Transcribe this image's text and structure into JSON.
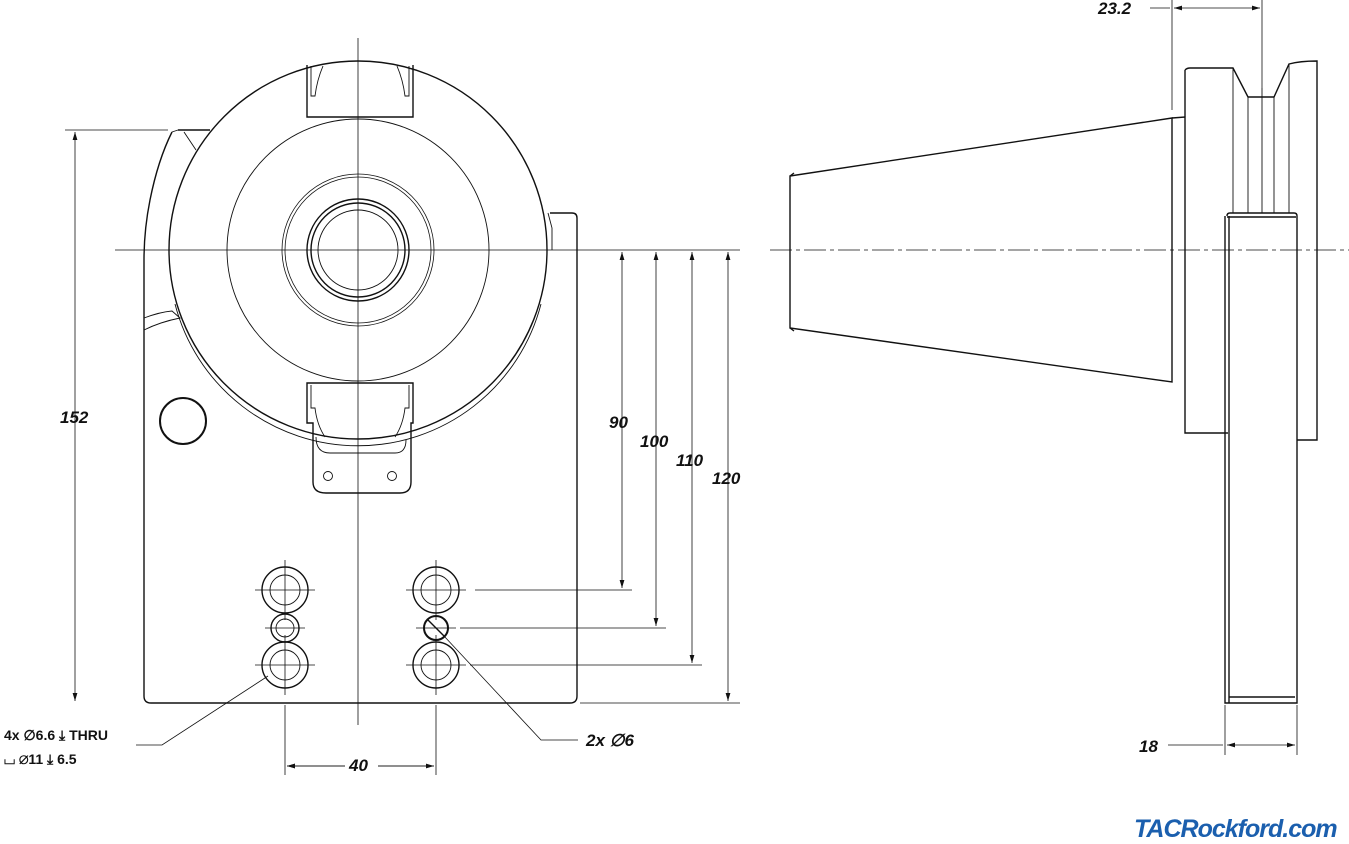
{
  "dimensions": {
    "overall_height": "152",
    "hole_row_1": "90",
    "hole_row_2": "100",
    "hole_row_3": "110",
    "base_height": "120",
    "hole_spacing": "40",
    "flange_offset": "23.2",
    "plate_thickness": "18"
  },
  "callouts": {
    "thru_holes_line1": "4x ∅6.6 ⤓ THRU",
    "thru_holes_line2": "⌴ ∅11 ⤓ 6.5",
    "pin_holes": "2x ∅6"
  },
  "logo": {
    "text": "TACRockford.com",
    "color": "#1b5fae"
  }
}
